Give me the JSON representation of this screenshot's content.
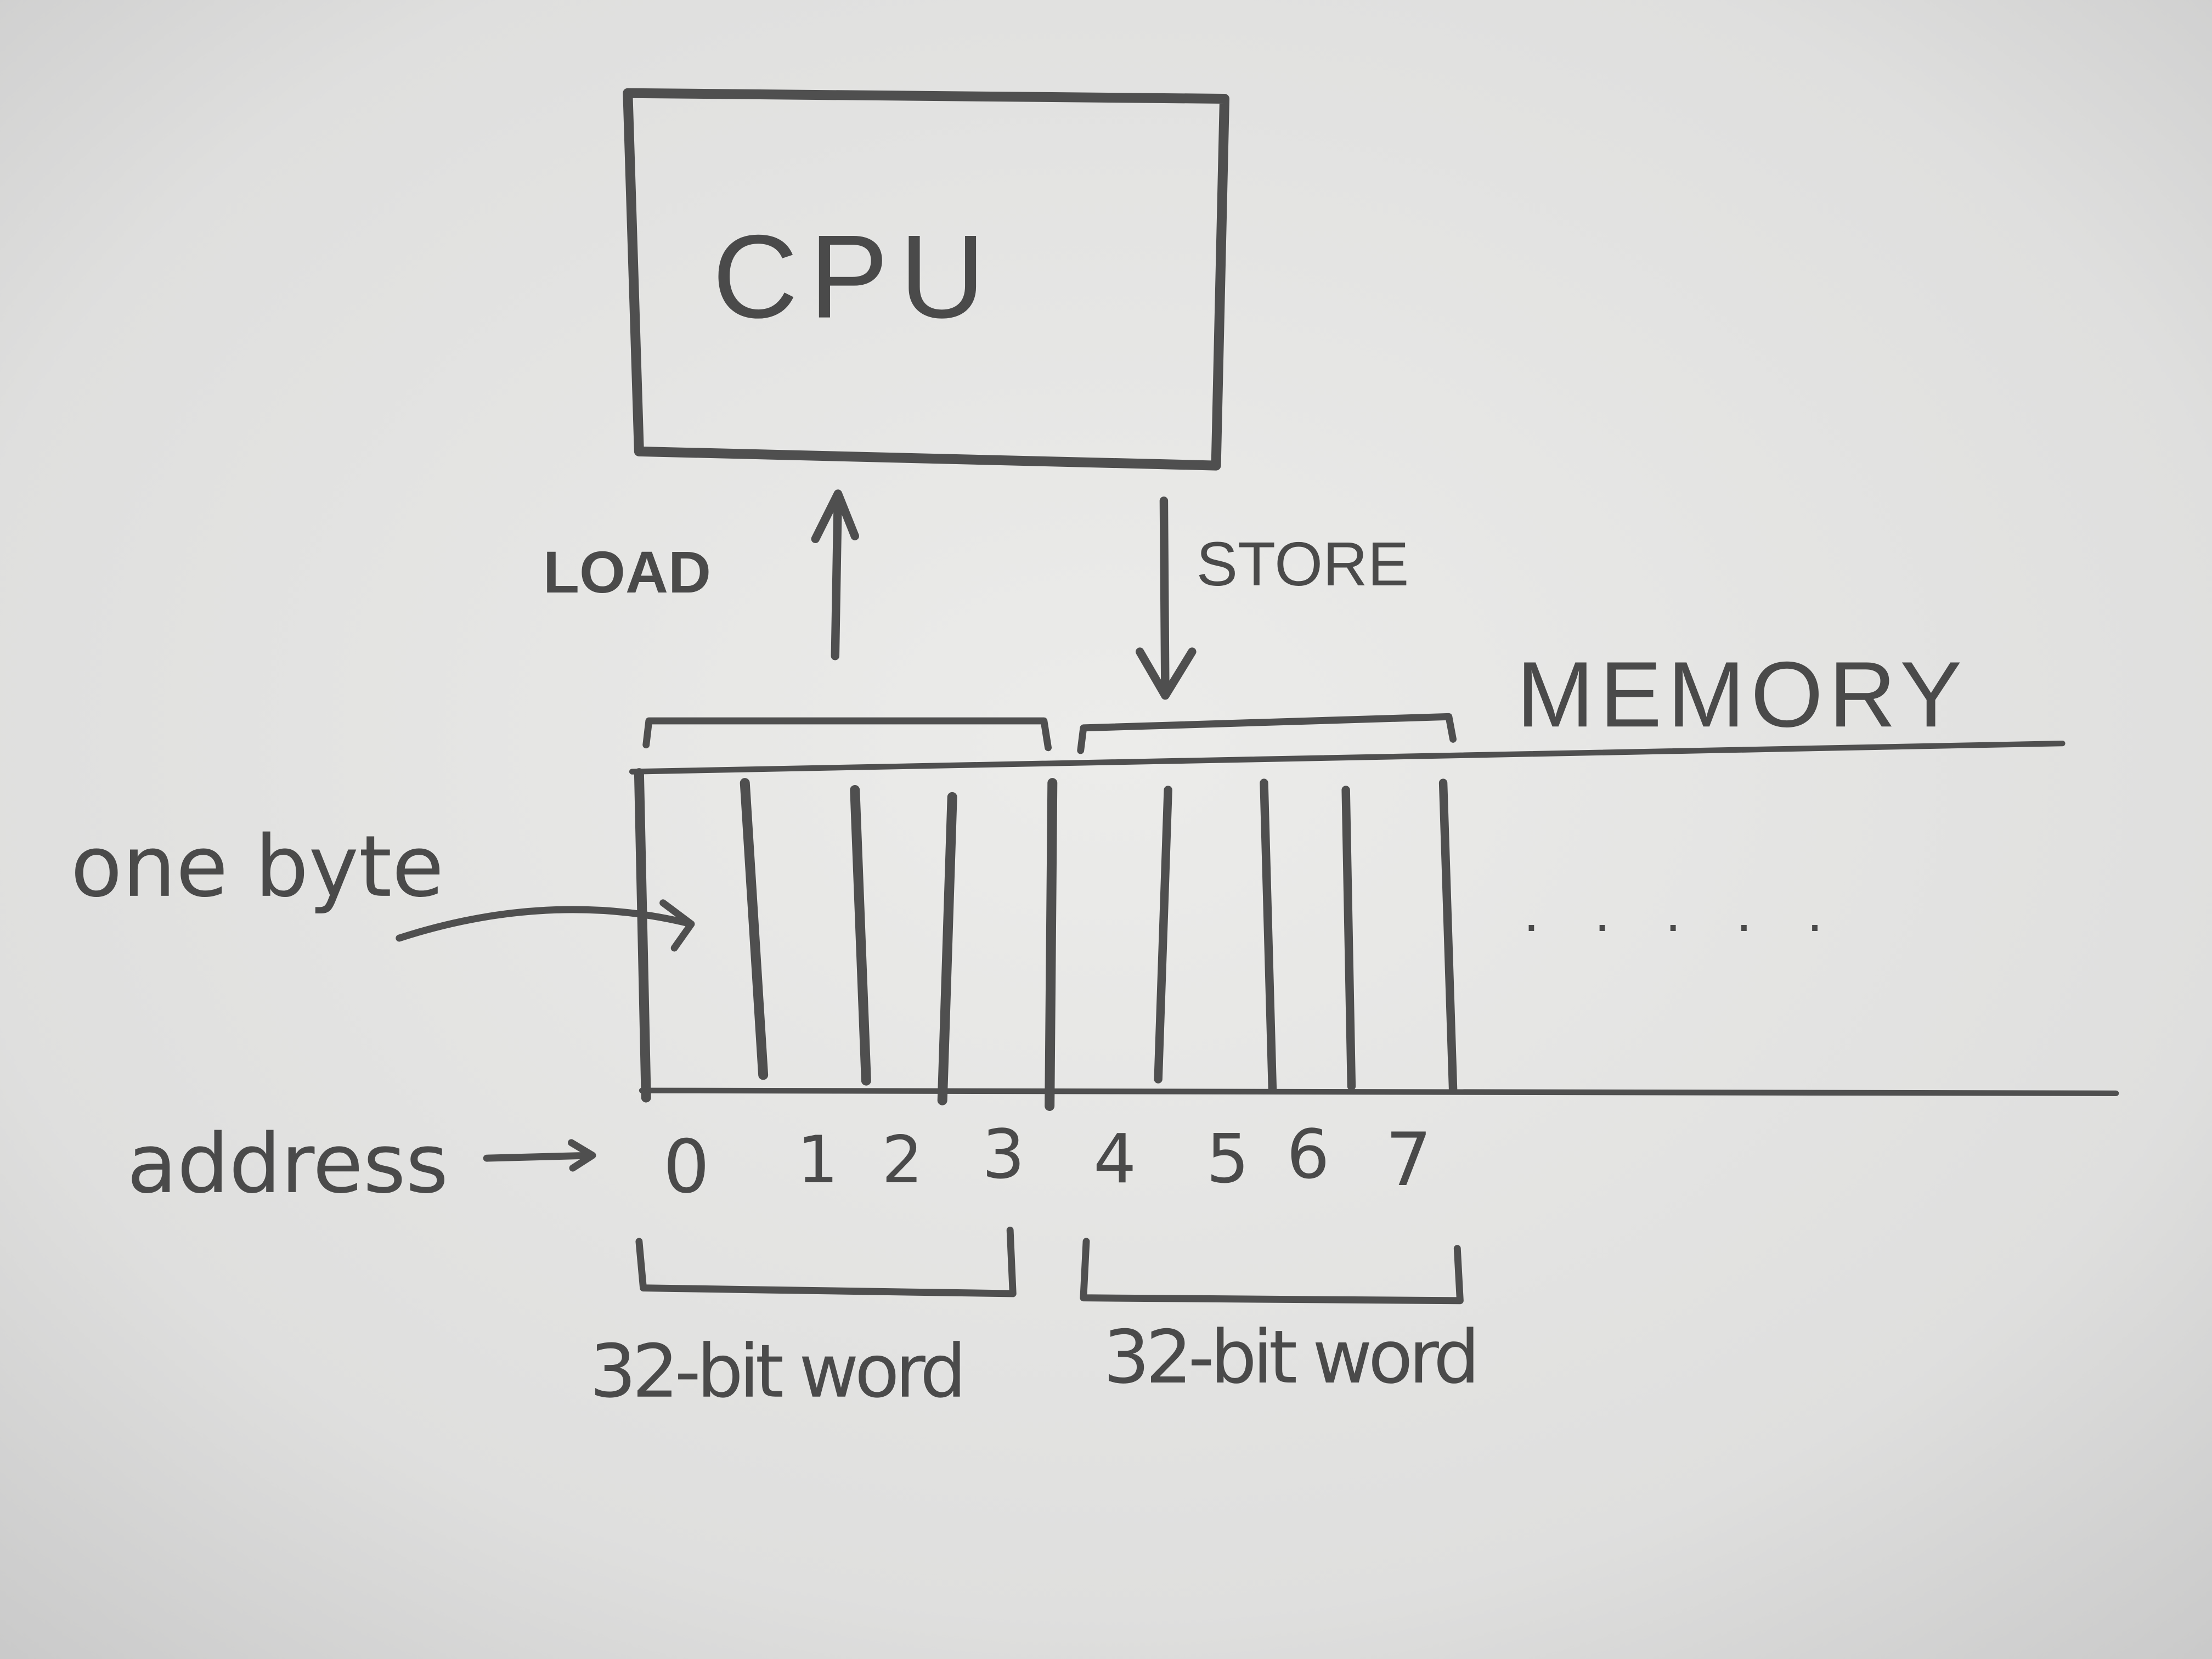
{
  "cpu": {
    "label": "CPU"
  },
  "arrows": {
    "load": "LOAD",
    "store": "STORE"
  },
  "memory": {
    "label": "MEMORY",
    "byte_label": "one byte",
    "address_label": "address",
    "addresses": [
      "0",
      "1",
      "2",
      "3",
      "4",
      "5",
      "6",
      "7"
    ],
    "continuation": ". . . . .",
    "words": [
      "32-bit word",
      "32-bit word"
    ]
  },
  "colors": {
    "ink": "#4f4f4f",
    "board": "#dcdcdc"
  }
}
